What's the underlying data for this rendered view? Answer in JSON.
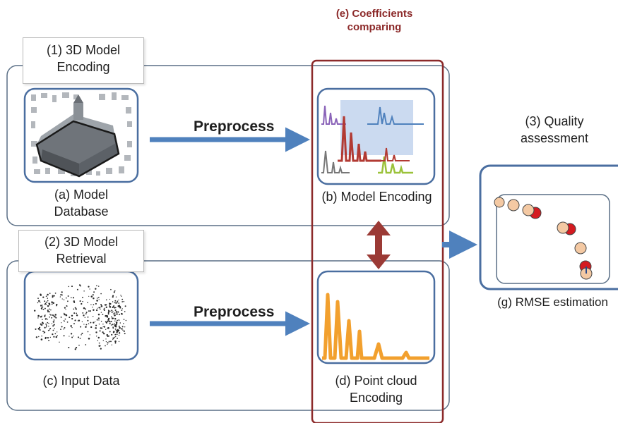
{
  "coefficients": {
    "line1": "(e) Coefficients",
    "line2": "comparing"
  },
  "section1": {
    "line1": "(1)  3D Model",
    "line2": "Encoding"
  },
  "section2": {
    "line1": "(2) 3D Model",
    "line2": "Retrieval"
  },
  "section3": {
    "line1": "(3) Quality",
    "line2": "assessment"
  },
  "preprocess_top": "Preprocess",
  "preprocess_bottom": "Preprocess",
  "label_a": {
    "line1": "(a) Model",
    "line2": "Database"
  },
  "label_b": "(b) Model Encoding",
  "label_c": "(c) Input Data",
  "label_d": {
    "line1": "(d) Point cloud",
    "line2": "Encoding"
  },
  "label_g": "(g) RMSE estimation",
  "colors": {
    "frame": "#5a6f86",
    "tile": "#4a6ea0",
    "red_frame": "#8c2a2a",
    "arrow_blue": "#4f81bd",
    "arrow_red": "#9b3a35",
    "orange": "#f2a02e",
    "dot_peach": "#f4c9a3",
    "dot_red": "#d41a20"
  }
}
